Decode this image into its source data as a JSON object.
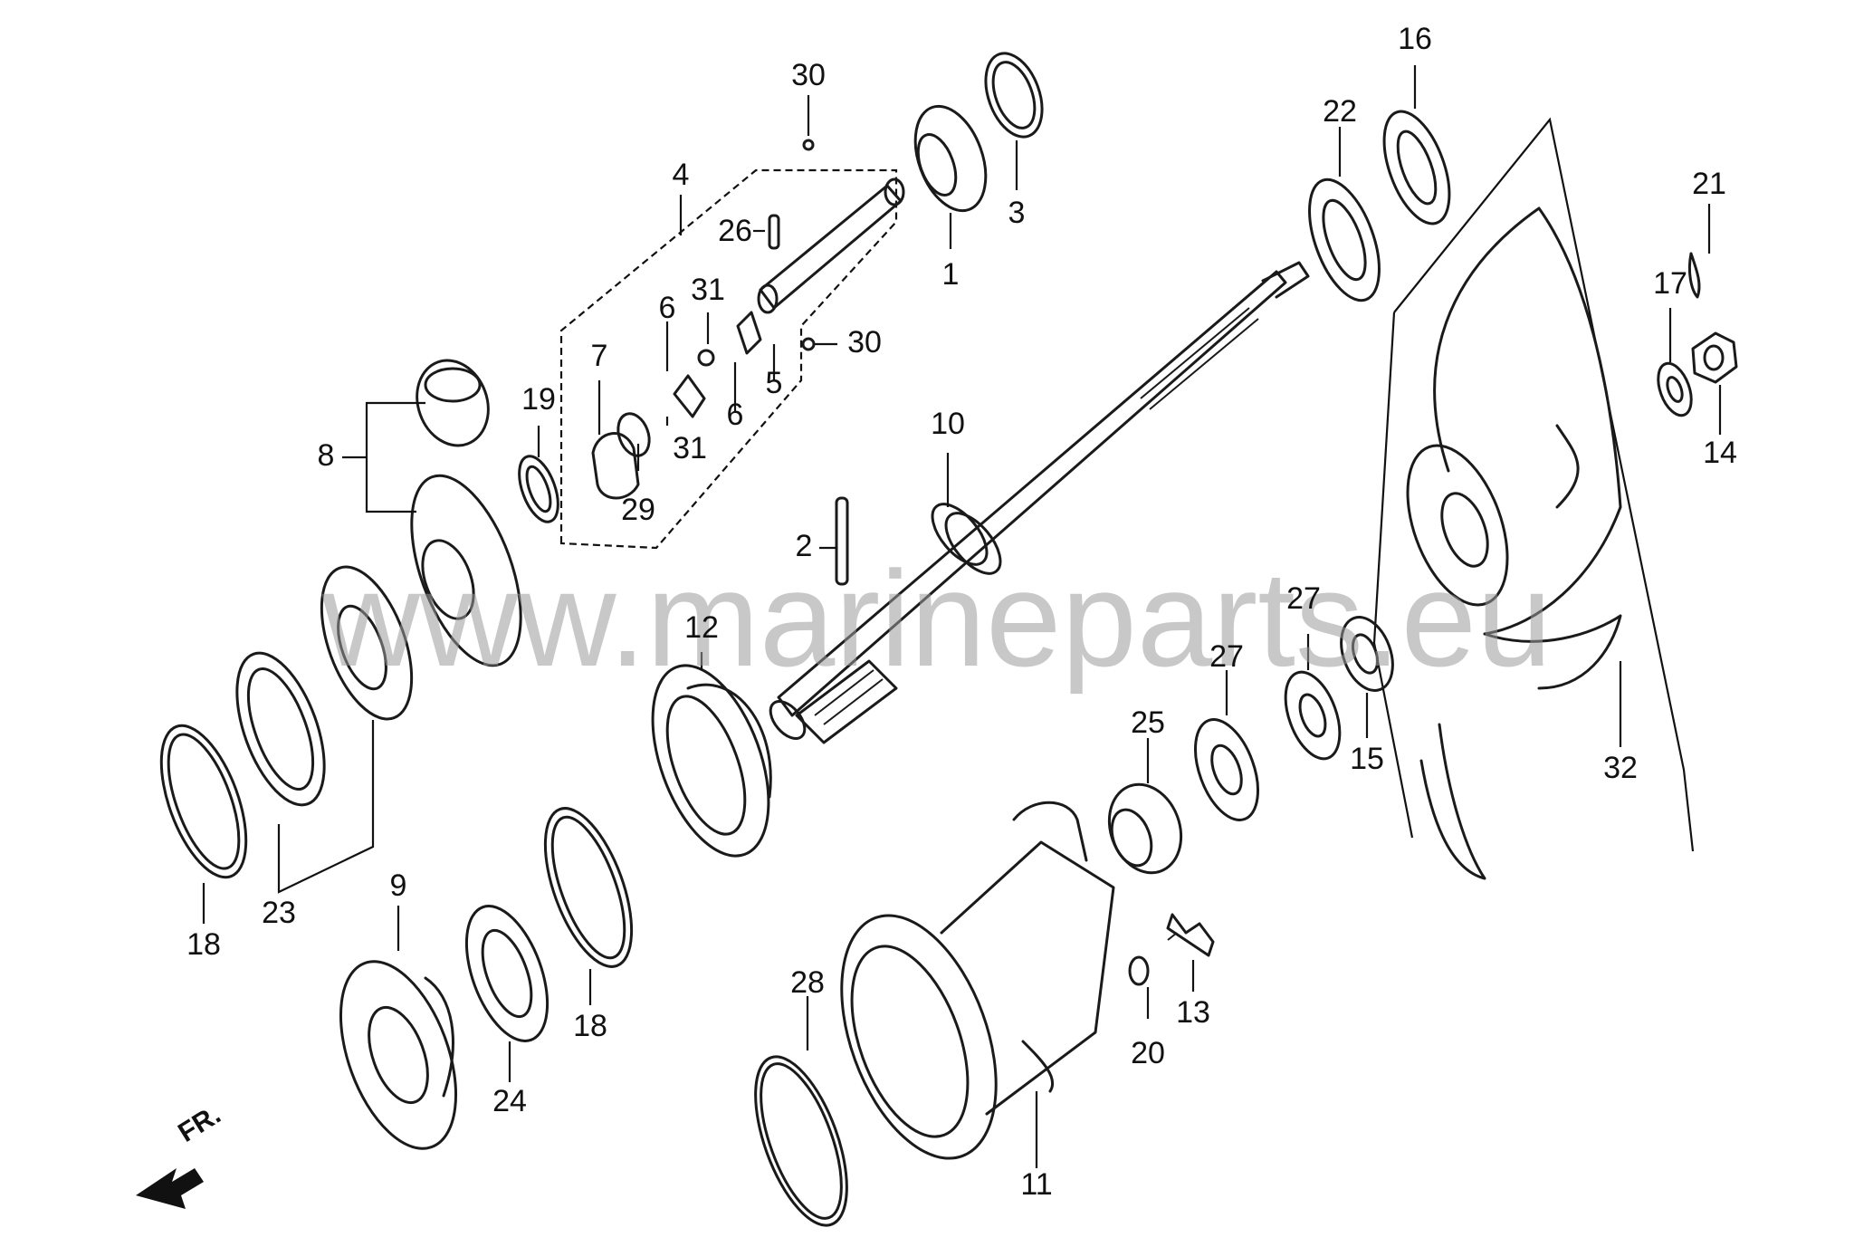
{
  "watermark": "www.marineparts.eu",
  "front_marker": "FR.",
  "callouts": [
    {
      "id": "c30a",
      "text": "30"
    },
    {
      "id": "c30b",
      "text": "30"
    },
    {
      "id": "c4",
      "text": "4"
    },
    {
      "id": "c26",
      "text": "26"
    },
    {
      "id": "c31a",
      "text": "31"
    },
    {
      "id": "c31b",
      "text": "31"
    },
    {
      "id": "c6a",
      "text": "6"
    },
    {
      "id": "c6b",
      "text": "6"
    },
    {
      "id": "c5",
      "text": "5"
    },
    {
      "id": "c7",
      "text": "7"
    },
    {
      "id": "c29",
      "text": "29"
    },
    {
      "id": "c19",
      "text": "19"
    },
    {
      "id": "c8",
      "text": "8"
    },
    {
      "id": "c1",
      "text": "1"
    },
    {
      "id": "c3",
      "text": "3"
    },
    {
      "id": "c16",
      "text": "16"
    },
    {
      "id": "c22",
      "text": "22"
    },
    {
      "id": "c21",
      "text": "21"
    },
    {
      "id": "c17",
      "text": "17"
    },
    {
      "id": "c14",
      "text": "14"
    },
    {
      "id": "c10",
      "text": "10"
    },
    {
      "id": "c2",
      "text": "2"
    },
    {
      "id": "c12",
      "text": "12"
    },
    {
      "id": "c27a",
      "text": "27"
    },
    {
      "id": "c27b",
      "text": "27"
    },
    {
      "id": "c15",
      "text": "15"
    },
    {
      "id": "c32",
      "text": "32"
    },
    {
      "id": "c25",
      "text": "25"
    },
    {
      "id": "c13",
      "text": "13"
    },
    {
      "id": "c20",
      "text": "20"
    },
    {
      "id": "c11",
      "text": "11"
    },
    {
      "id": "c28",
      "text": "28"
    },
    {
      "id": "c18a",
      "text": "18"
    },
    {
      "id": "c18b",
      "text": "18"
    },
    {
      "id": "c23",
      "text": "23"
    },
    {
      "id": "c9",
      "text": "9"
    },
    {
      "id": "c24",
      "text": "24"
    }
  ]
}
